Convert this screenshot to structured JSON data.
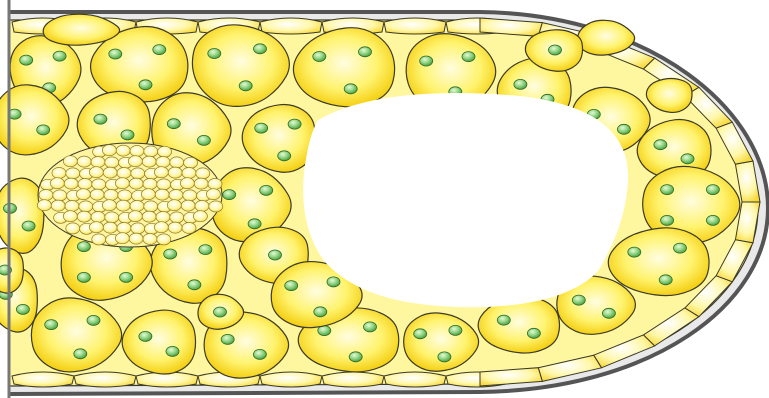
{
  "figure": {
    "kind": "cell-cluster-illustration",
    "labels": []
  },
  "colors": {
    "background": "#ffffff",
    "cell_fill_light": "#fffbd0",
    "cell_fill": "#fff06a",
    "cell_fill_dark": "#f4cf00",
    "cell_outline": "#3a3a2a",
    "nucleus_fill": "#7fcf6a",
    "nucleus_highlight": "#d8f5c8",
    "capsule_outline": "#555555",
    "capsule_fill": "#e9e9e9",
    "left_edge_line": "#777777"
  },
  "structure": {
    "outer_capsule": "present",
    "flat_boundary_cells": "present",
    "large_nucleated_cells": 34,
    "small_cell_cluster": "present",
    "central_cavity": "present"
  }
}
